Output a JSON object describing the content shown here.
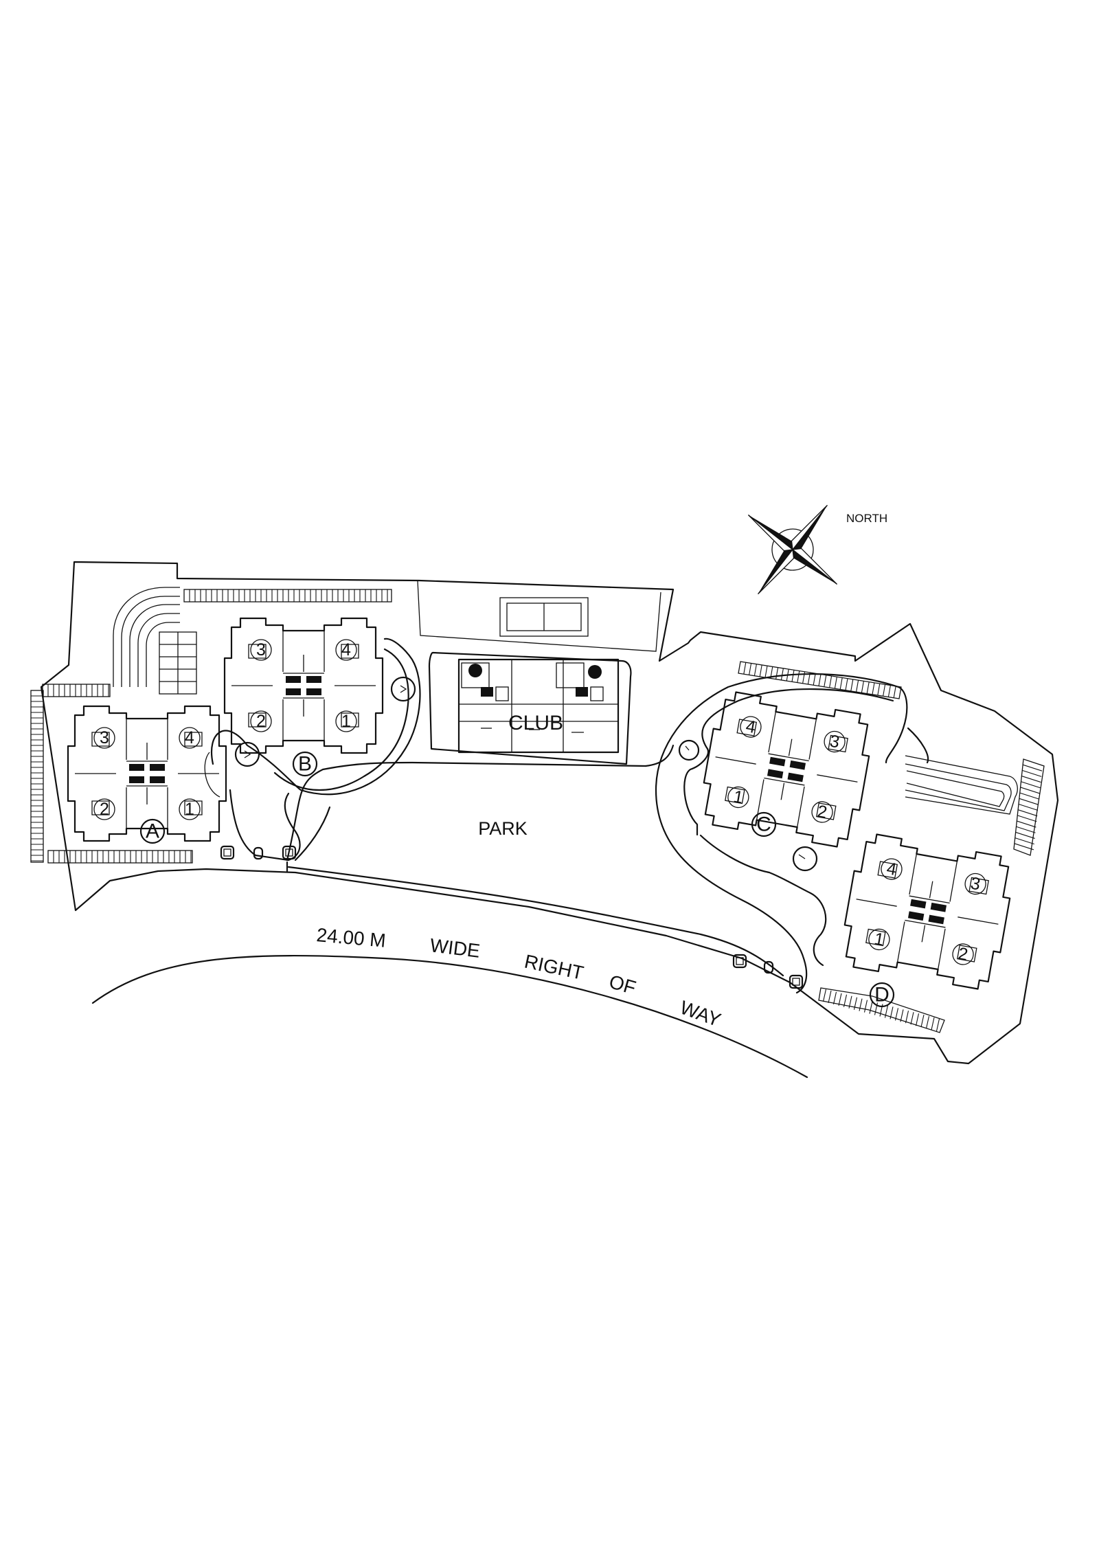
{
  "north_label": "NORTH",
  "park_label": "PARK",
  "club_label": "CLUB",
  "road_words": [
    "24.00 M",
    "WIDE",
    "RIGHT",
    "OF",
    "WAY"
  ],
  "towers": [
    {
      "name": "A",
      "units": [
        "3",
        "4",
        "2",
        "1"
      ]
    },
    {
      "name": "B",
      "units": [
        "3",
        "4",
        "2",
        "1"
      ]
    },
    {
      "name": "C",
      "units": [
        "4",
        "3",
        "1",
        "2"
      ]
    },
    {
      "name": "D",
      "units": [
        "4",
        "3",
        "1",
        "2"
      ]
    }
  ]
}
